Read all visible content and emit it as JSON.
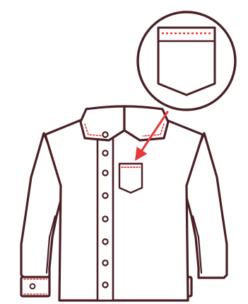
{
  "illustration": {
    "subject": "long-sleeve-button-shirt",
    "callout_subject": "chest-pocket",
    "button_count": 8,
    "colors": {
      "outline": "#4a1f26",
      "accent": "#e23a3a",
      "fill": "#ffffff",
      "background": "#ffffff"
    }
  }
}
